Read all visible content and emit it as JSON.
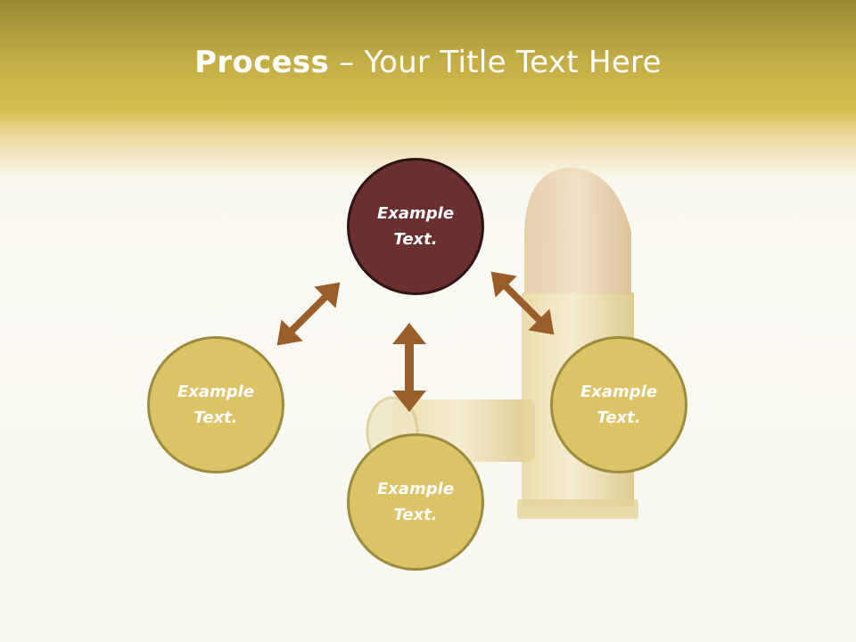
{
  "title": {
    "bold": "Process",
    "rest": " – Your Title Text Here"
  },
  "nodes": {
    "top": "Example\nText.",
    "left": "Example\nText.",
    "bottom": "Example\nText.",
    "right": "Example\nText."
  },
  "colors": {
    "header": "#c3ad45",
    "node_fill": "#dcc366",
    "node_border": "#9c8c3e",
    "center_fill": "#6a3030",
    "arrow": "#9a5e2a"
  }
}
